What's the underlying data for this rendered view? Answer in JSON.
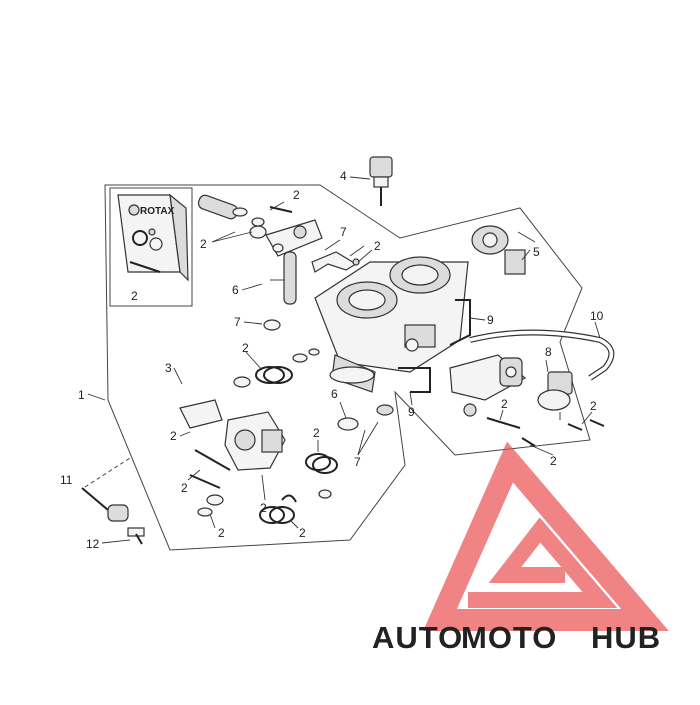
{
  "callouts": [
    "1",
    "2",
    "3",
    "4",
    "5",
    "6",
    "7",
    "8",
    "9",
    "10",
    "11",
    "12"
  ],
  "kit_logo": "ROTAX",
  "watermark": {
    "part1": "AUTO",
    "part2": "MOTO",
    "part3": "HUB",
    "color_orange": "#f4b04a",
    "color_red": "#e94b4b",
    "color_gray": "#8c8c8c"
  },
  "icons": [
    "rotax-kit-box-icon",
    "throttle-body-icon",
    "sensor-icon",
    "pressure-regulator-icon",
    "vacuum-hose-icon",
    "screw-icon",
    "spring-icon",
    "o-ring-icon",
    "watermark-logo-icon"
  ]
}
